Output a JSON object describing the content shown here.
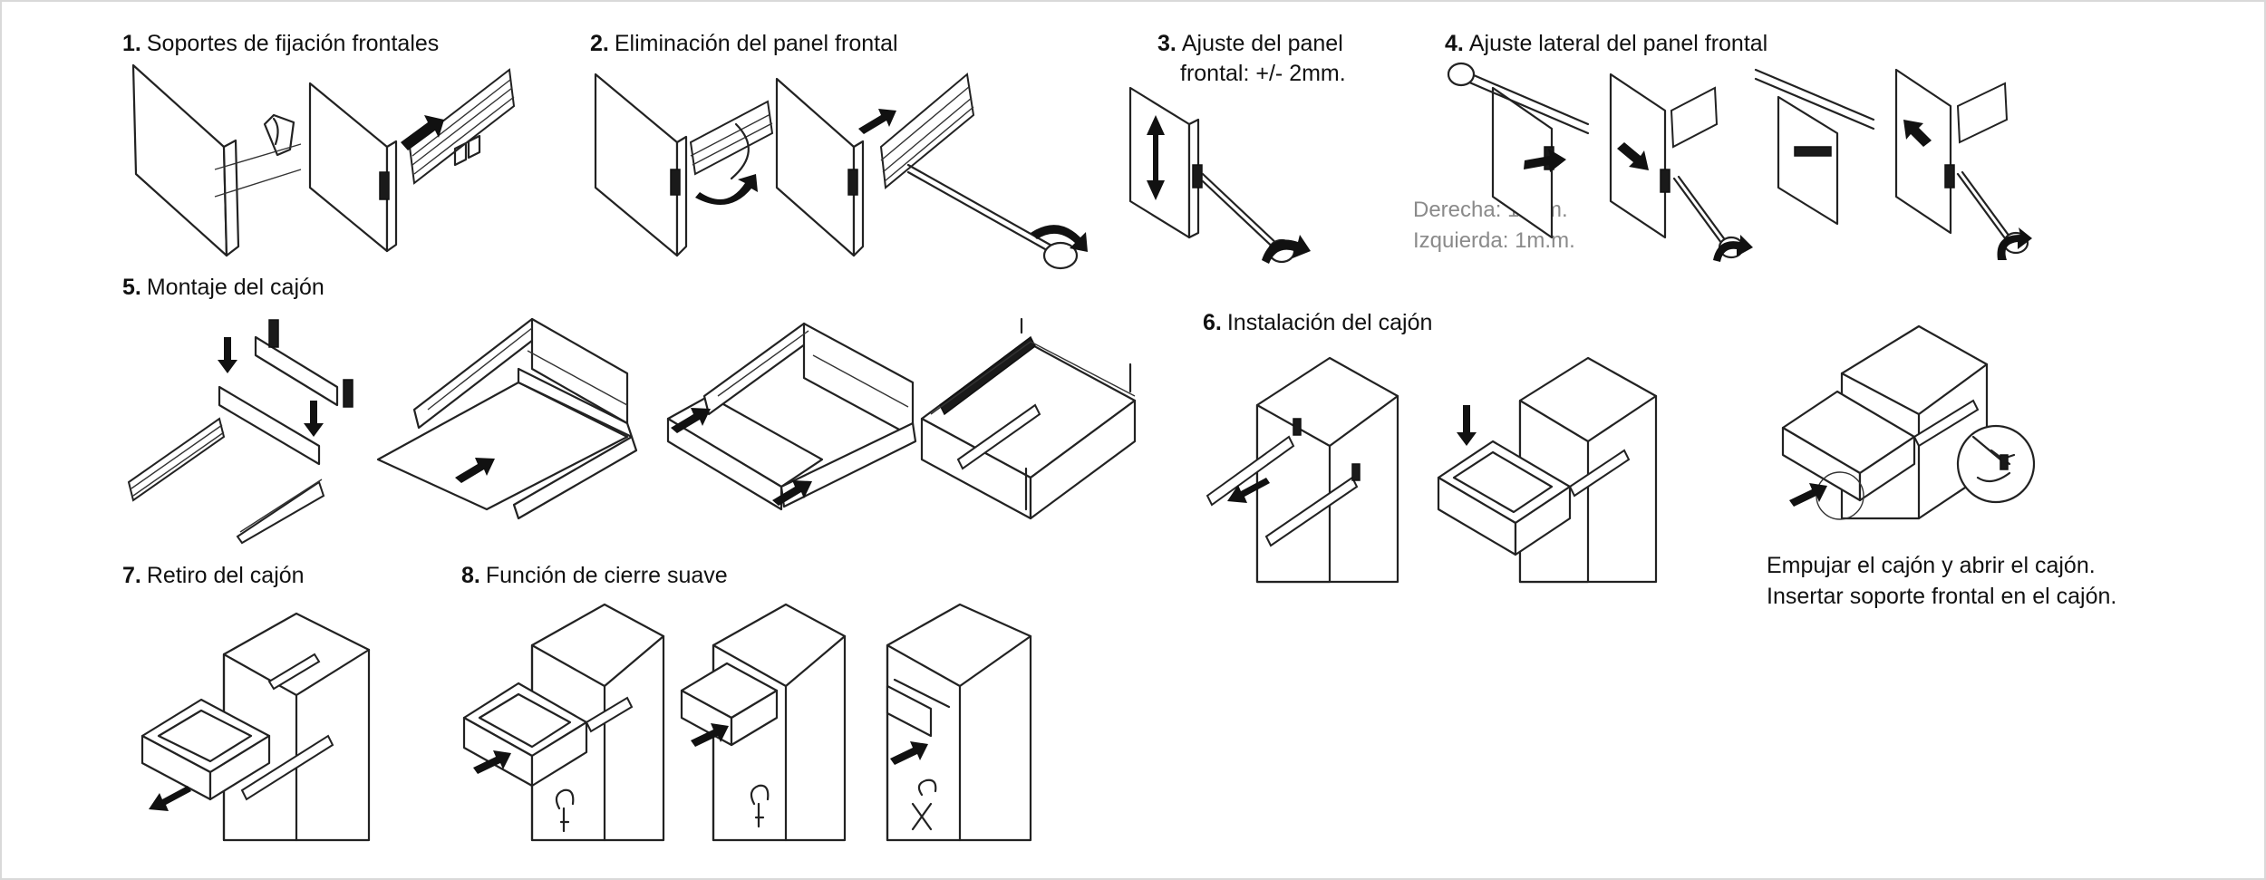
{
  "steps": [
    {
      "num": "1.",
      "title": "Soportes de fijación frontales"
    },
    {
      "num": "2.",
      "title": "Eliminación del panel frontal"
    },
    {
      "num": "3.",
      "title": "Ajuste del panel",
      "title2": "frontal: +/- 2mm."
    },
    {
      "num": "4.",
      "title": "Ajuste lateral del panel frontal"
    },
    {
      "num": "5.",
      "title": "Montaje del cajón"
    },
    {
      "num": "6.",
      "title": "Instalación del cajón"
    },
    {
      "num": "7.",
      "title": "Retiro del cajón"
    },
    {
      "num": "8.",
      "title": "Función de cierre suave"
    }
  ],
  "adjustment": {
    "right": "Derecha: 1m.m.",
    "left": "Izquierda: 1m.m."
  },
  "install_note": {
    "line1": "Empujar el cajón y abrir el cajón.",
    "line2": "Insertar soporte frontal en el cajón."
  },
  "colors": {
    "line": "#222222",
    "note_grey": "#8a8a8a",
    "border": "#d9d9d9"
  }
}
